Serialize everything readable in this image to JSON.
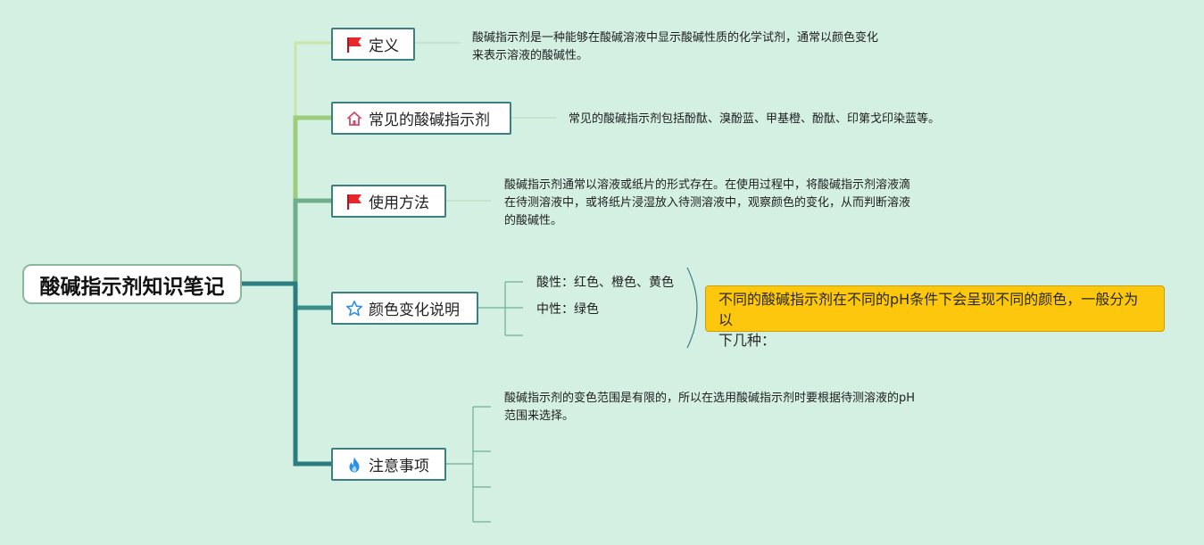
{
  "root": {
    "title": "酸碱指示剂知识笔记"
  },
  "branches": [
    {
      "id": "definition",
      "label": "定义",
      "icon": "red-flag-icon",
      "notes": [
        "酸碱指示剂是一种能够在酸碱溶液中显示酸碱性质的化学试剂，通常以颜色变化",
        "来表示溶液的酸碱性。"
      ]
    },
    {
      "id": "common",
      "label": "常见的酸碱指示剂",
      "icon": "home-icon",
      "notes": [
        "常见的酸碱指示剂包括酚酞、溴酚蓝、甲基橙、酚酞、印第戈印染蓝等。"
      ]
    },
    {
      "id": "usage",
      "label": "使用方法",
      "icon": "red-flag-icon",
      "notes": [
        "酸碱指示剂通常以溶液或纸片的形式存在。在使用过程中，将酸碱指示剂溶液滴",
        "在待测溶液中，或将纸片浸湿放入待测溶液中，观察颜色的变化，从而判断溶液",
        "的酸碱性。"
      ]
    },
    {
      "id": "color",
      "label": "颜色变化说明",
      "icon": "star-outline-icon",
      "children": [
        "酸性：红色、橙色、黄色",
        "中性：绿色"
      ],
      "callout": [
        "不同的酸碱指示剂在不同的pH条件下会呈现不同的颜色，一般分为以",
        "下几种："
      ]
    },
    {
      "id": "notice",
      "label": "注意事项",
      "icon": "fire-icon",
      "notes": [
        "酸碱指示剂的变色范围是有限的，所以在选用酸碱指示剂时要根据待测溶液的pH",
        "范围来选择。"
      ]
    }
  ],
  "colors": {
    "background": "#d4f0e3",
    "branch_definition": "#c9e6a8",
    "branch_common": "#9ccc7c",
    "branch_usage": "#6fae8a",
    "branch_color": "#3a8f8a",
    "branch_notice": "#2b7d80",
    "callout": "#fcc70c",
    "flag": "#e8272a",
    "fire": "#2f8fe0",
    "home": "#d24a6a",
    "star": "#2f8fe0"
  }
}
